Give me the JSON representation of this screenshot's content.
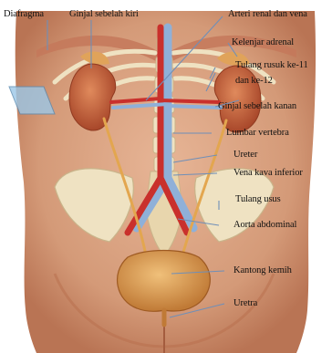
{
  "labels": {
    "diafragma": "Diafragma",
    "ginjal_kiri": "Ginjal sebelah kiri",
    "arteri_renal": "Arteri renal dan vena",
    "kelenjar_adrenal": "Kelenjar adrenal",
    "tulang_rusuk_1": "Tulang rusuk ke-11",
    "tulang_rusuk_2": "dan ke-12",
    "ginjal_kanan": "Ginjal sebelah kanan",
    "lumbar_vertebra": "Lumbar vertebra",
    "ureter": "Ureter",
    "vena_kava": "Vena kava inferior",
    "tulang_usus": "Tulang usus",
    "aorta": "Aorta abdominal",
    "kantong_kemih": "Kantong kemih",
    "uretra": "Uretra"
  },
  "colors": {
    "skin": "#d9a07f",
    "kidney": "#c8633a",
    "artery": "#c9302c",
    "vein": "#8fb0d8",
    "bone": "#efe2c2",
    "bladder": "#d99a4e",
    "leader": "#6f8fb8"
  }
}
